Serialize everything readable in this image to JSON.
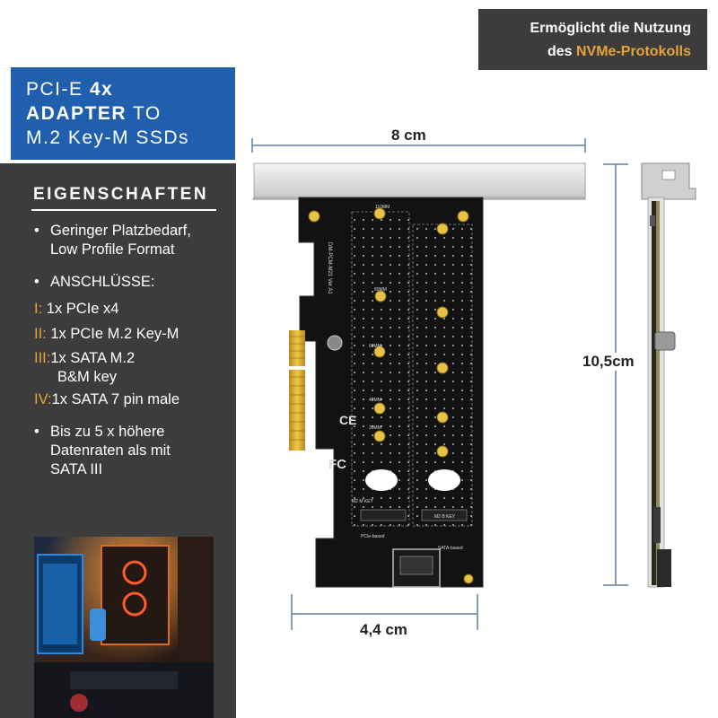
{
  "colors": {
    "accent": "#e8a23a",
    "title_blue": "#1f5fad",
    "panel_dark": "#3c3c3c",
    "dimension_line": "#5c7ea5"
  },
  "title": {
    "line1_a": "PCI-E ",
    "line1_b": "4x",
    "line2_a": "ADAPTER",
    "line2_b": " TO",
    "line3": "M.2 Key-M SSDs"
  },
  "banner": {
    "line1": "Ermöglicht die Nutzung",
    "line2_prefix": "des ",
    "line2_accent": "NVMe-Protokolls"
  },
  "properties": {
    "heading": "EIGENSCHAFTEN",
    "bullet_1_line1": "Geringer Platzbedarf,",
    "bullet_1_line2": "Low Profile Format",
    "bullet_2": "ANSCHLÜSSE:",
    "ports": [
      {
        "prefix": "I:",
        "text": "1x PCIe x4"
      },
      {
        "prefix": "II:",
        "text": "1x PCIe M.2 Key-M"
      },
      {
        "prefix": "III:",
        "text": "1x SATA M.2",
        "text2": "B&M key"
      },
      {
        "prefix": "IV:",
        "text": "1x SATA 7 pin male"
      }
    ],
    "bullet_3_line1": "Bis zu 5 x höhere",
    "bullet_3_line2": "Datenraten als mit",
    "bullet_3_line3": "SATA III"
  },
  "dimensions": {
    "width_top": "8 cm",
    "height": "10,5cm",
    "width_bottom": "4,4 cm"
  },
  "pcb_text": {
    "slot_1_label": "M2 M KEY",
    "slot_2_label": "M2 B KEY",
    "pcie_label": "PCIe-based",
    "sata_label": "SATA-based",
    "model": "DM-PCM-M21 Ver A1",
    "mm_110": "110MM",
    "mm_80": "80MM",
    "mm_60": "60MM",
    "mm_42": "42MM",
    "mm_30": "30MM",
    "ce_mark": "CE",
    "fc_mark": "FC"
  }
}
